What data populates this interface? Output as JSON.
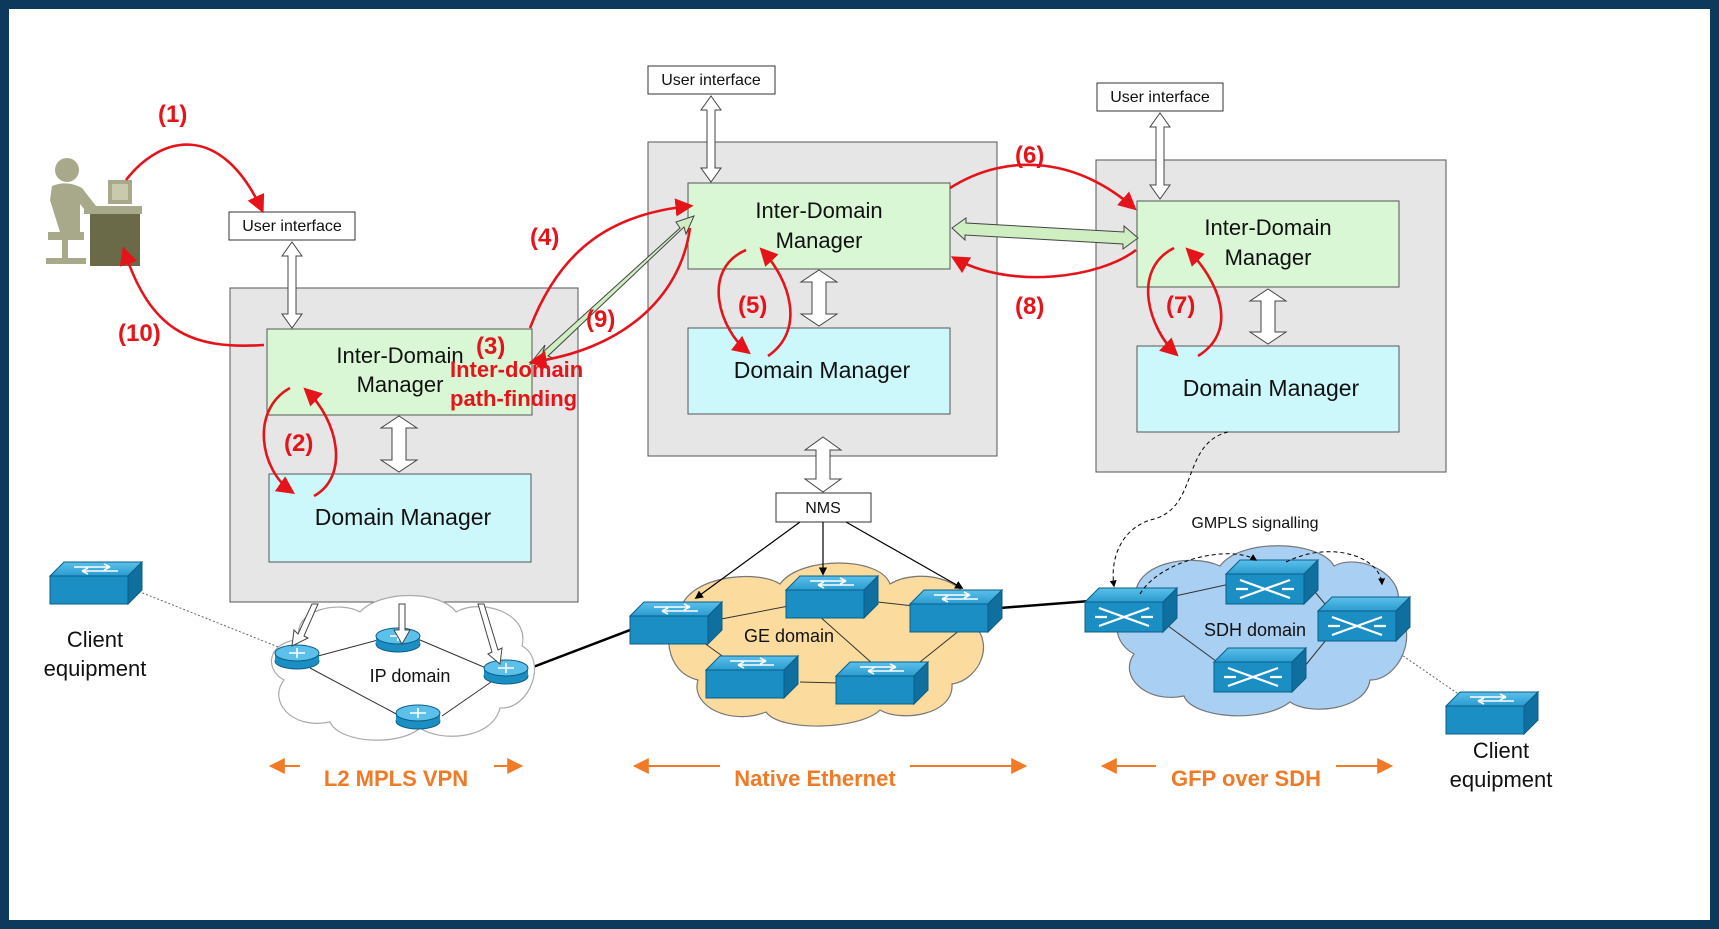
{
  "user_interface_label": "User interface",
  "idm_label_line1": "Inter-Domain",
  "idm_label_line2": "Manager",
  "dm_label": "Domain Manager",
  "nms_label": "NMS",
  "client_line1": "Client",
  "client_line2": "equipment",
  "ip_domain": "IP domain",
  "ge_domain": "GE domain",
  "sdh_domain": "SDH domain",
  "gmpls_label": "GMPLS signalling",
  "steps": {
    "s1": "(1)",
    "s2": "(2)",
    "s3": "(3)",
    "s4": "(4)",
    "s5": "(5)",
    "s6": "(6)",
    "s7": "(7)",
    "s8": "(8)",
    "s9": "(9)",
    "s10": "(10)"
  },
  "path_finding_line1": "Inter-domain",
  "path_finding_line2": "path-finding",
  "tech_l2": "L2 MPLS VPN",
  "tech_eth": "Native Ethernet",
  "tech_sdh": "GFP over SDH",
  "colors": {
    "frame": "#0d3a5c",
    "idm_fill": "#d9f7d4",
    "dm_fill": "#ccf8fb",
    "step_red": "#e5141b",
    "tech_orange": "#f07a25",
    "switch_blue": "#1b8fc4",
    "ge_cloud": "#fbdc9e",
    "sdh_cloud": "#a9cff2"
  }
}
